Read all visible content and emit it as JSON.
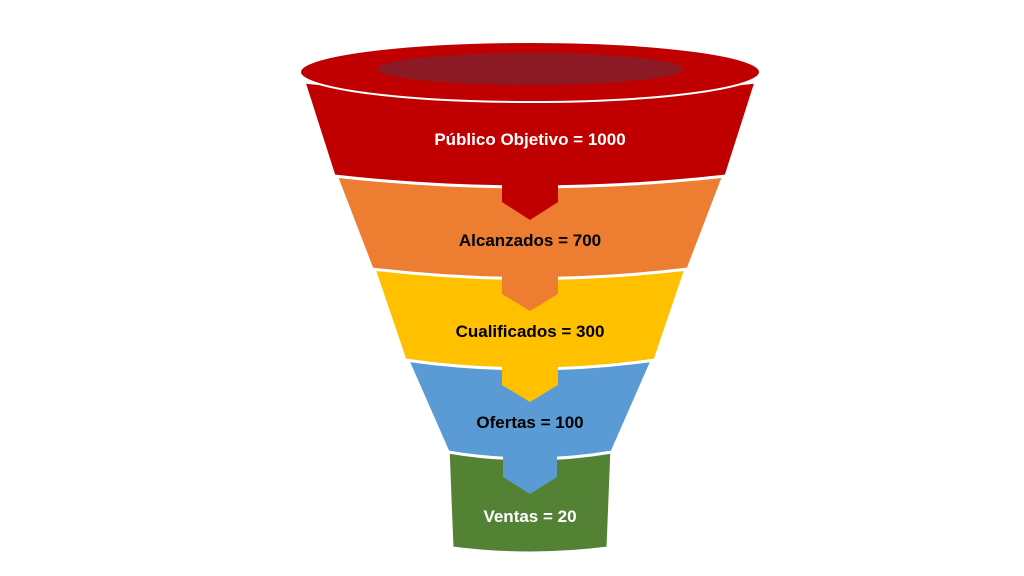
{
  "funnel": {
    "stages": [
      {
        "label": "Público Objetivo = 1000",
        "name": "Público Objetivo",
        "value": 1000,
        "color": "#c00000",
        "text_color": "#ffffff"
      },
      {
        "label": "Alcanzados = 700",
        "name": "Alcanzados",
        "value": 700,
        "color": "#ed7d31",
        "text_color": "#000000"
      },
      {
        "label": "Cualificados = 300",
        "name": "Cualificados",
        "value": 300,
        "color": "#ffc000",
        "text_color": "#000000"
      },
      {
        "label": "Ofertas = 100",
        "name": "Ofertas",
        "value": 100,
        "color": "#5b9bd5",
        "text_color": "#000000"
      },
      {
        "label": "Ventas = 20",
        "name": "Ventas",
        "value": 20,
        "color": "#548235",
        "text_color": "#ffffff"
      }
    ],
    "rim_color": "#c00000",
    "rim_inner_color": "#8b1a24"
  }
}
